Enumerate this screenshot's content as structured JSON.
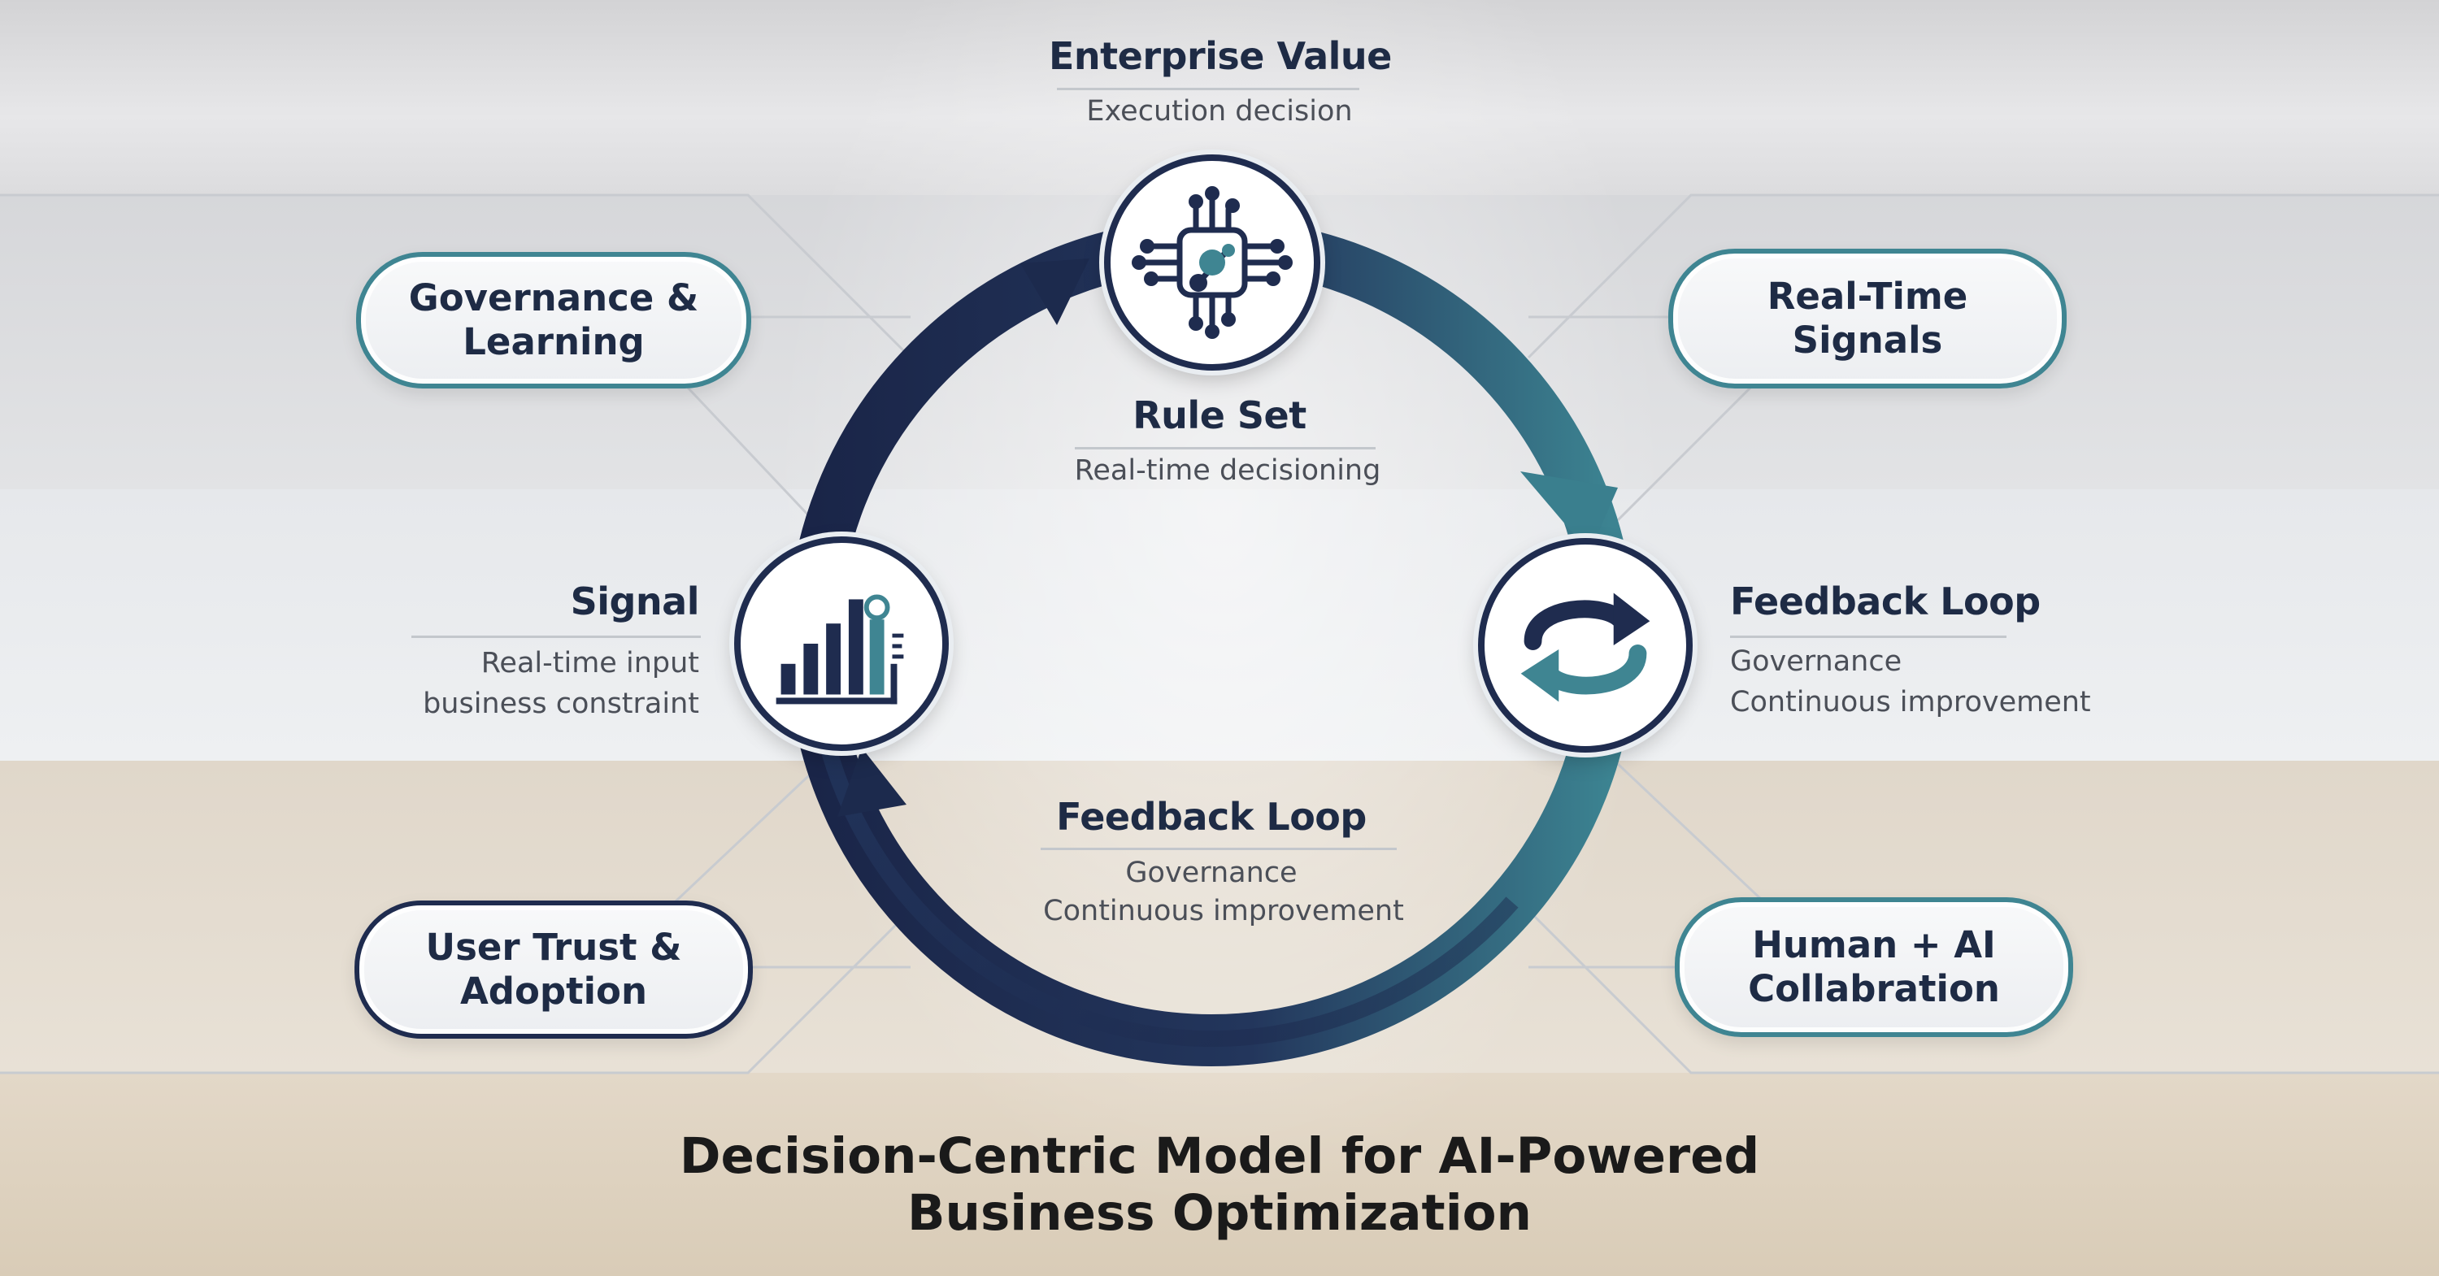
{
  "top": {
    "title": "Enterprise Value",
    "subtitle": "Execution decision"
  },
  "center": {
    "title": "Rule Set",
    "subtitle": "Real-time decisioning"
  },
  "left": {
    "title": "Signal",
    "line1": "Real-time input",
    "line2": "business constraint"
  },
  "right": {
    "title": "Feedback Loop",
    "line1": "Governance",
    "line2": "Continuous improvement"
  },
  "bottom": {
    "title": "Feedback Loop",
    "line1": "Governance",
    "line2": "Continuous improvement"
  },
  "pills": {
    "governance": "Governance &\nLearning",
    "signals": "Real-Time\nSignals",
    "trust": "User Trust &\nAdoption",
    "collab": "Human + AI\nCollabration"
  },
  "footer": {
    "line1": "Decision-Centric Model for AI-Powered",
    "line2": "Business Optimization"
  },
  "icons": {
    "top_node": "cpu-circuit-icon",
    "left_node": "bar-chart-icon",
    "right_node": "refresh-loop-icon"
  },
  "colors": {
    "navy": "#1f2c4f",
    "teal": "#3f8592",
    "beige": "#dfd3c0"
  }
}
